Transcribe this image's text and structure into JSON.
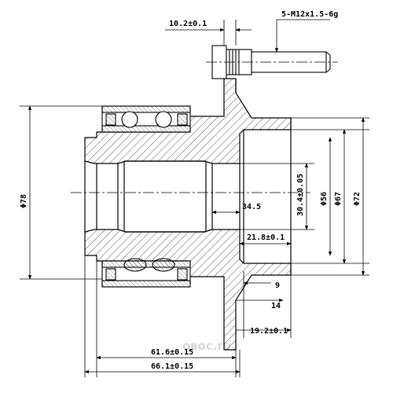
{
  "drawing": {
    "dims": {
      "stud_width": "10.2±0.1",
      "stud_thread": "5-M12x1.5-6g",
      "outer_dia": "Φ78",
      "bore_dia": "30.4±0.05",
      "pilot_dia": "Φ56",
      "flange_dia_1": "Φ67",
      "flange_dia_2": "Φ72",
      "bore_depth": "34.5",
      "flange_offset": "21.8±0.1",
      "step_9": "9",
      "step_14": "14",
      "flange_thk": "19.2±0.1",
      "len_616": "61.6±0.15",
      "len_661": "66.1±0.15"
    },
    "watermark": "ᴏᴃᴏᴄ.ru"
  },
  "colors": {
    "line": "#000000",
    "hatch": "#444444",
    "watermark": "#d9d9d9"
  }
}
